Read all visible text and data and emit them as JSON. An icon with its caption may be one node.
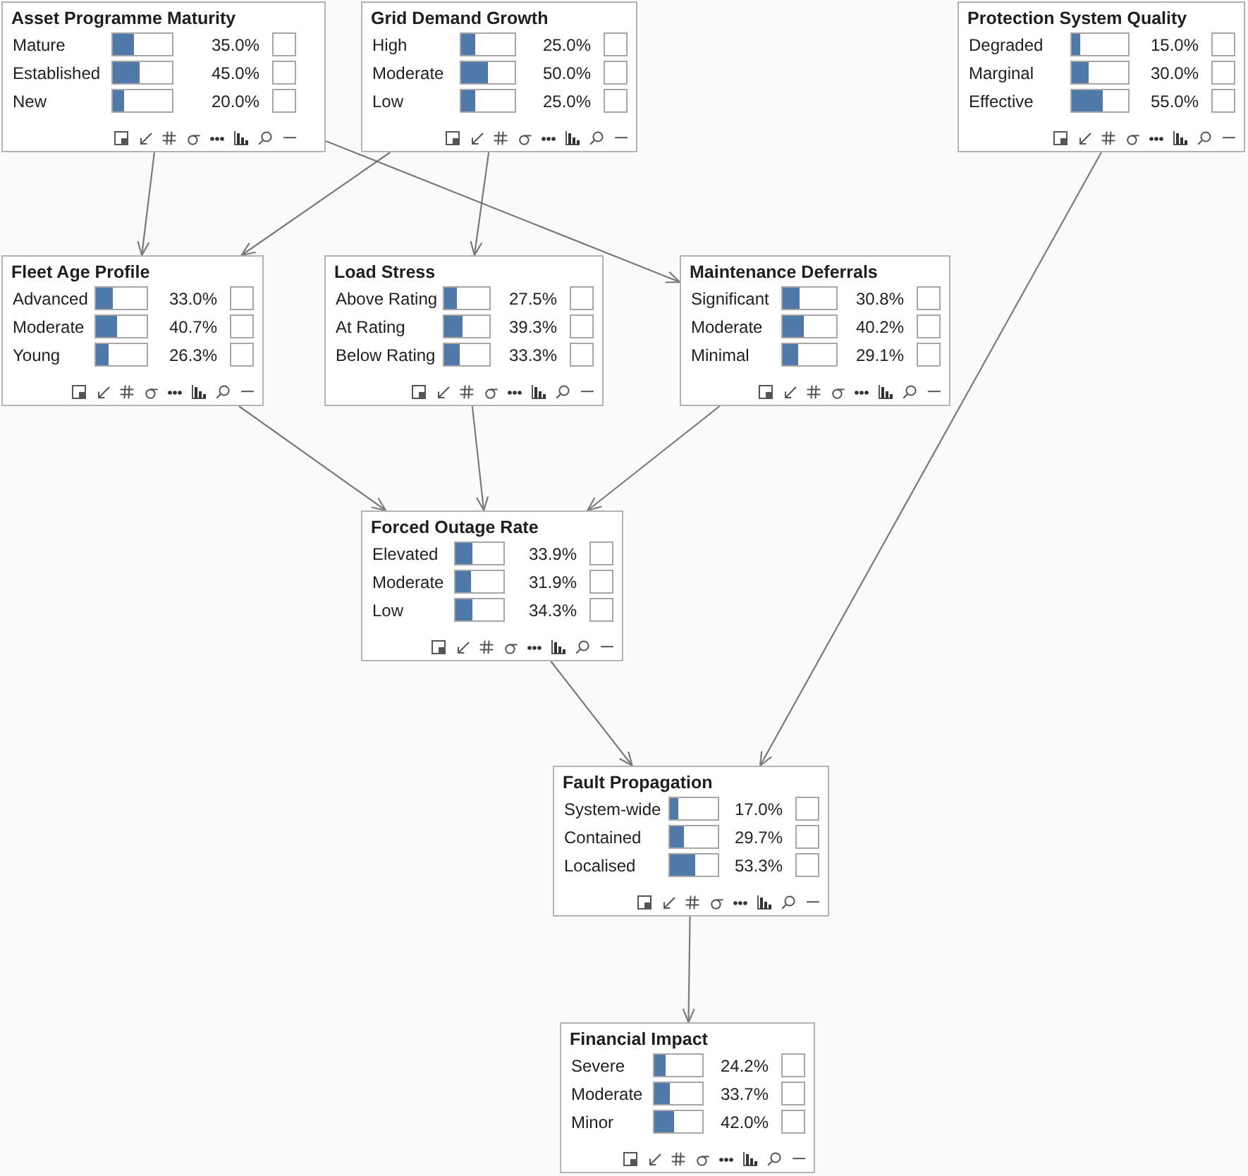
{
  "diagram": {
    "nodes": [
      {
        "text": [
          "Asset Programme Maturity",
          "Mature",
          "35.0%",
          "Established",
          "45.0%",
          "New",
          "20.0%"
        ]
      },
      {
        "text": [
          "Grid Demand Growth",
          "High",
          "25.0%",
          "Moderate",
          "50.0%",
          "Low",
          "25.0%"
        ]
      },
      {
        "text": [
          "Protection System Quality",
          "Degraded",
          "15.0%",
          "Marginal",
          "30.0%",
          "Effective",
          "55.0%"
        ]
      },
      {
        "text": [
          "Fleet Age Profile",
          "Advanced",
          "33.0%",
          "Moderate",
          "40.7%",
          "Young",
          "26.3%"
        ]
      },
      {
        "text": [
          "Load Stress",
          "Above Rating",
          "27.5%",
          "At Rating",
          "39.3%",
          "Below Rating",
          "33.3%"
        ]
      },
      {
        "text": [
          "Maintenance Deferrals",
          "Significant",
          "30.8%",
          "Moderate",
          "40.2%",
          "Minimal",
          "29.1%"
        ]
      },
      {
        "text": [
          "Forced Outage Rate",
          "Elevated",
          "33.9%",
          "Moderate",
          "31.9%",
          "Low",
          "34.3%"
        ]
      },
      {
        "text": [
          "Fault Propagation",
          "System-wide",
          "17.0%",
          "Contained",
          "29.7%",
          "Localised",
          "53.3%"
        ]
      },
      {
        "text": [
          "Financial Impact",
          "Severe",
          "24.2%",
          "Moderate",
          "33.7%",
          "Minor",
          "42.0%"
        ]
      }
    ],
    "edges": [
      {
        "from": 0,
        "to": 3,
        "arrow": "to"
      },
      {
        "from": 0,
        "to": 5,
        "arrow": "to"
      },
      {
        "from": 1,
        "to": 3,
        "arrow": "to"
      },
      {
        "from": 1,
        "to": 4,
        "arrow": "to"
      },
      {
        "from": 2,
        "to": 7,
        "arrow": "to"
      },
      {
        "from": 3,
        "to": 6,
        "arrow": "to"
      },
      {
        "from": 4,
        "to": 6,
        "arrow": "to"
      },
      {
        "from": 5,
        "to": 6,
        "arrow": "to"
      },
      {
        "from": 6,
        "to": 7,
        "arrow": "to"
      },
      {
        "from": 7,
        "to": 8,
        "arrow": "to"
      }
    ]
  }
}
